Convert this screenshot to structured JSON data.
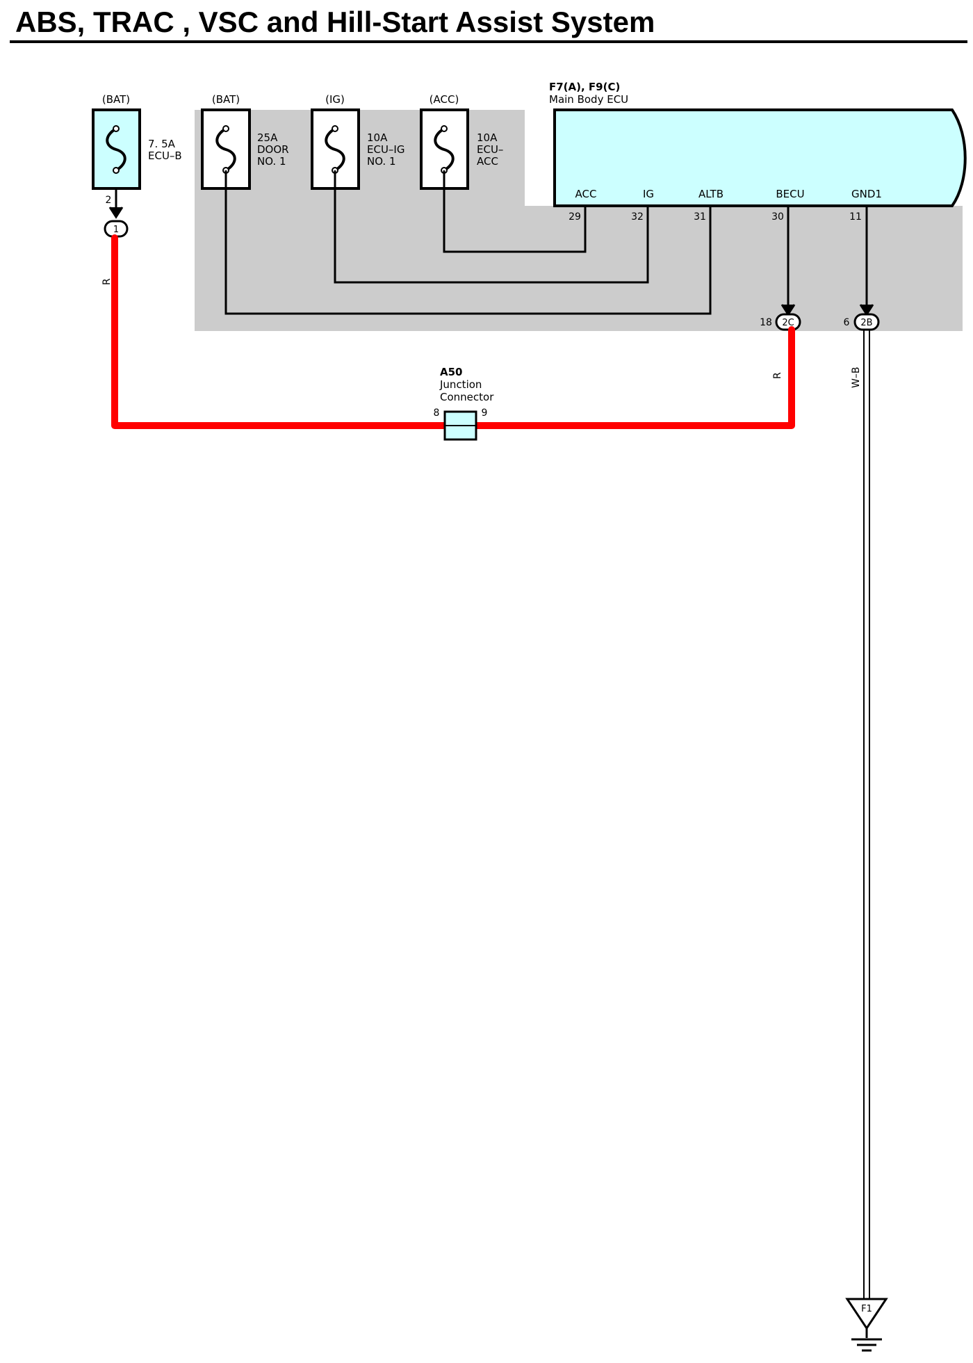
{
  "title": "ABS, TRAC , VSC and Hill-Start Assist System",
  "colors": {
    "shade_region": "#cccccc",
    "ecu_fill": "#ccffff",
    "red_wire": "#ff0000"
  },
  "fuses": [
    {
      "source": "(BAT)",
      "rating": "7. 5A",
      "name_lines": [
        "ECU–B"
      ],
      "pin": "2",
      "icon": "fuse-icon"
    },
    {
      "source": "(BAT)",
      "rating": "25A",
      "name_lines": [
        "DOOR",
        "NO. 1"
      ],
      "icon": "fuse-icon"
    },
    {
      "source": "(IG)",
      "rating": "10A",
      "name_lines": [
        "ECU–IG",
        "NO. 1"
      ],
      "icon": "fuse-icon"
    },
    {
      "source": "(ACC)",
      "rating": "10A",
      "name_lines": [
        "ECU–",
        "ACC"
      ],
      "icon": "fuse-icon"
    }
  ],
  "ecu": {
    "code": "F7(A), F9(C)",
    "name": "Main Body ECU",
    "terminals": [
      {
        "name": "ACC",
        "pin": "29"
      },
      {
        "name": "IG",
        "pin": "32"
      },
      {
        "name": "ALTB",
        "pin": "31"
      },
      {
        "name": "BECU",
        "pin": "30"
      },
      {
        "name": "GND1",
        "pin": "11"
      }
    ]
  },
  "connectors": {
    "c1": {
      "label": "1"
    },
    "c2c": {
      "label": "2C",
      "pin": "18"
    },
    "c2b": {
      "label": "2B",
      "pin": "6"
    }
  },
  "junction": {
    "code": "A50",
    "name_lines": [
      "Junction",
      "Connector"
    ],
    "pin_left": "8",
    "pin_right": "9"
  },
  "wire_colors": {
    "left": "R",
    "right": "R",
    "ground": "W–B"
  },
  "ground": {
    "label": "F1",
    "icon": "ground-icon"
  }
}
